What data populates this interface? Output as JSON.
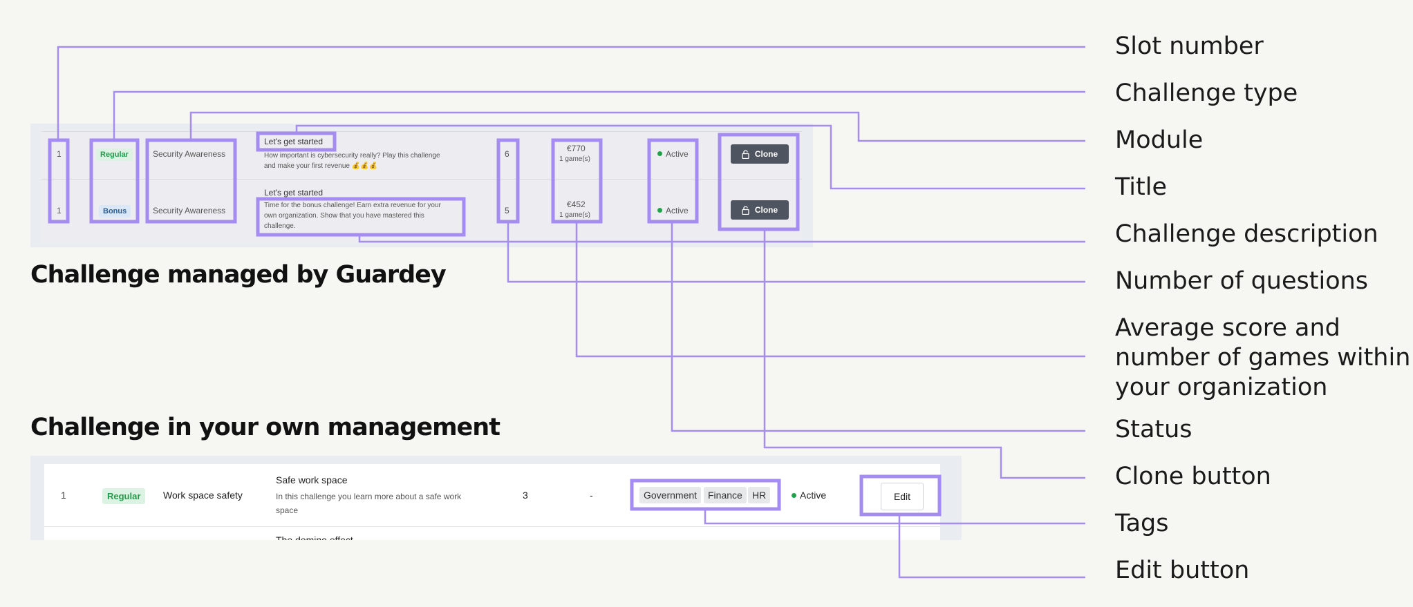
{
  "section_titles": {
    "managed": "Challenge managed by Guardey",
    "own": "Challenge in your own management"
  },
  "managed_table": {
    "rows": [
      {
        "slot": "1",
        "type": "Regular",
        "module": "Security Awareness",
        "title": "Let's get started",
        "description_line1": "How important is cybersecurity really? Play this challenge",
        "description_line2": "and make your first revenue 💰💰💰",
        "questions": "6",
        "score": "€770",
        "games": "1 game(s)",
        "status": "Active",
        "action": "Clone"
      },
      {
        "slot": "1",
        "type": "Bonus",
        "module": "Security Awareness",
        "title": "Let's get started",
        "description_line1": "Time for the bonus challenge! Earn extra revenue for your",
        "description_line2": "own organization. Show that you have mastered this",
        "description_line3": "challenge.",
        "questions": "5",
        "score": "€452",
        "games": "1 game(s)",
        "status": "Active",
        "action": "Clone"
      }
    ]
  },
  "own_table": {
    "row": {
      "slot": "1",
      "type": "Regular",
      "module": "Work space safety",
      "title": "Safe work space",
      "description_line1": "In this challenge you learn more about a safe work",
      "description_line2": "space",
      "questions": "3",
      "score": "-",
      "tags": [
        "Government",
        "Finance",
        "HR"
      ],
      "status": "Active",
      "action": "Edit"
    },
    "next_row_title": "The domino effect"
  },
  "callouts": [
    "Slot number",
    "Challenge type",
    "Module",
    "Title",
    "Challenge description",
    "Number of questions",
    "Average score and",
    "number of games within",
    "your organization",
    "Status",
    "Clone button",
    "Tags",
    "Edit button"
  ],
  "colors": {
    "accent": "#a58cf0",
    "status_active": "#1fa24a",
    "badge_regular_bg": "#dcf3e3",
    "badge_bonus_bg": "#d9e7f6"
  },
  "icons": [
    "unlock-icon"
  ]
}
